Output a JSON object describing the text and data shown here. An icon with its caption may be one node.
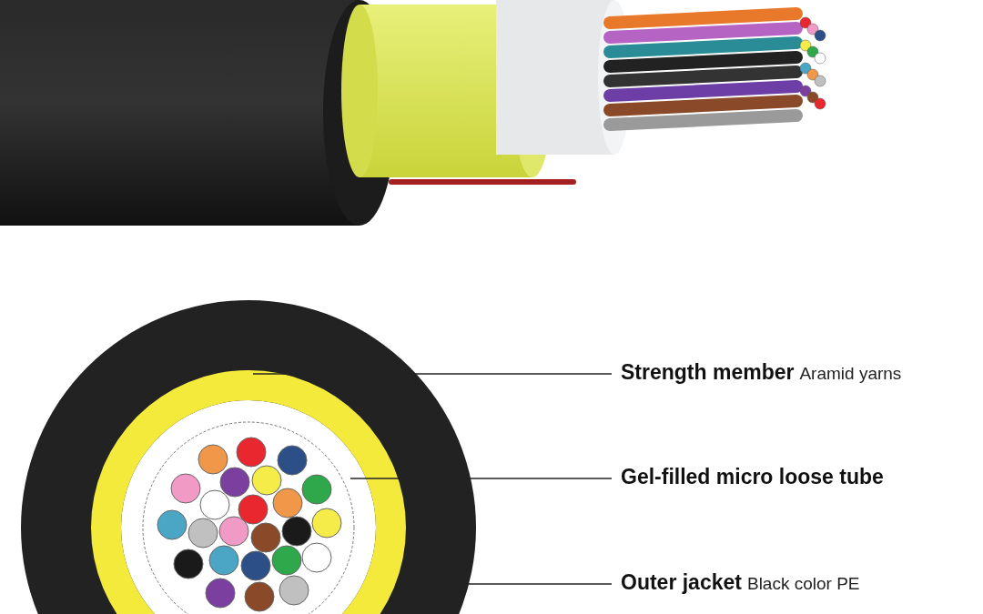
{
  "diagram": {
    "nodes": [
      {
        "text": [
          "Strength member",
          "Aramid yarns"
        ]
      },
      {
        "text": [
          "Gel-filled micro loose tube"
        ]
      },
      {
        "text": [
          "Outer jacket",
          "Black color PE"
        ]
      },
      {
        "text": [],
        "shape": "circle",
        "in": 5
      },
      {
        "text": [],
        "shape": "circle",
        "in": 3
      },
      {
        "text": [],
        "shape": "circle"
      }
    ],
    "edges": [
      {
        "from": 0,
        "to": 3,
        "arrow": "none"
      },
      {
        "from": 1,
        "to": 4,
        "arrow": "none"
      },
      {
        "from": 2,
        "to": 5,
        "arrow": "none"
      }
    ]
  }
}
